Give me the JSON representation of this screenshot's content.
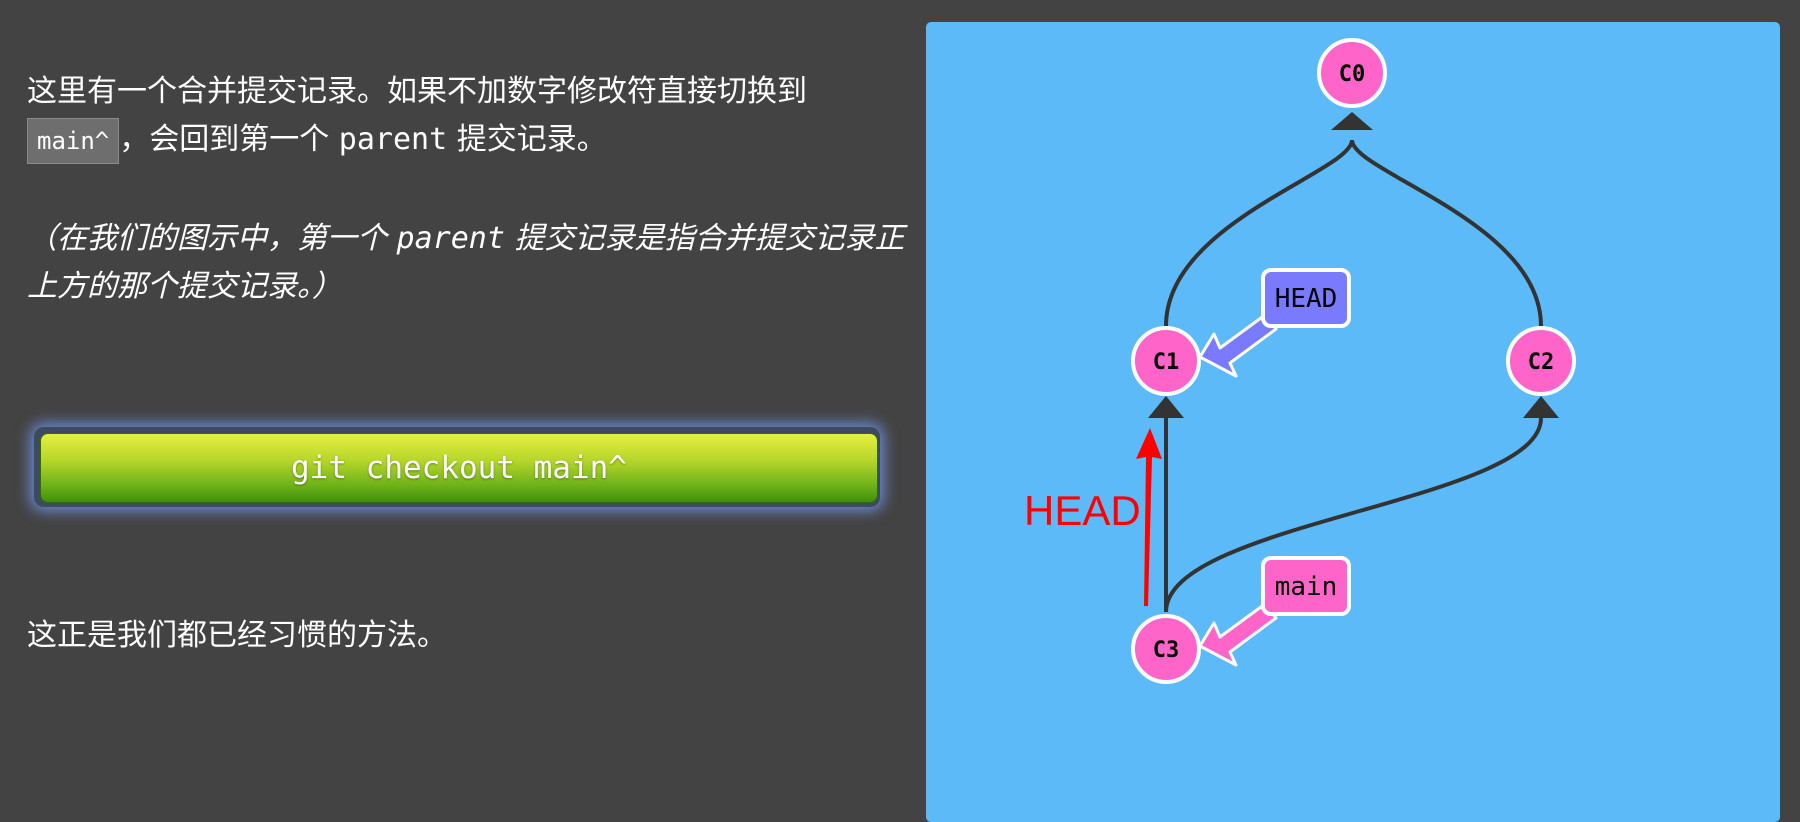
{
  "lesson": {
    "para1_before": "这里有一个合并提交记录。如果不加数字修改符直接切换到 ",
    "para1_code": "main^",
    "para1_after": "，会回到第一个 ",
    "para1_mono": "parent",
    "para1_end": " 提交记录。",
    "para2_open": "（在我们的图示中，第一个 ",
    "para2_mono": "parent",
    "para2_end": " 提交记录是指合并提交记录正上方的那个提交记录。）",
    "command": "git checkout main^",
    "para3": "这正是我们都已经习惯的方法。"
  },
  "graph": {
    "commits": [
      "C0",
      "C1",
      "C2",
      "C3"
    ],
    "head_ref_label": "HEAD",
    "branch_label": "main",
    "annotation": "HEAD",
    "colors": {
      "panel": "#5cbaf8",
      "commit_fill": "#ff65c8",
      "head_ref": "#7a7aff",
      "branch_ref": "#ff65c8",
      "edge": "#333333",
      "annotation": "#ff0000"
    }
  }
}
